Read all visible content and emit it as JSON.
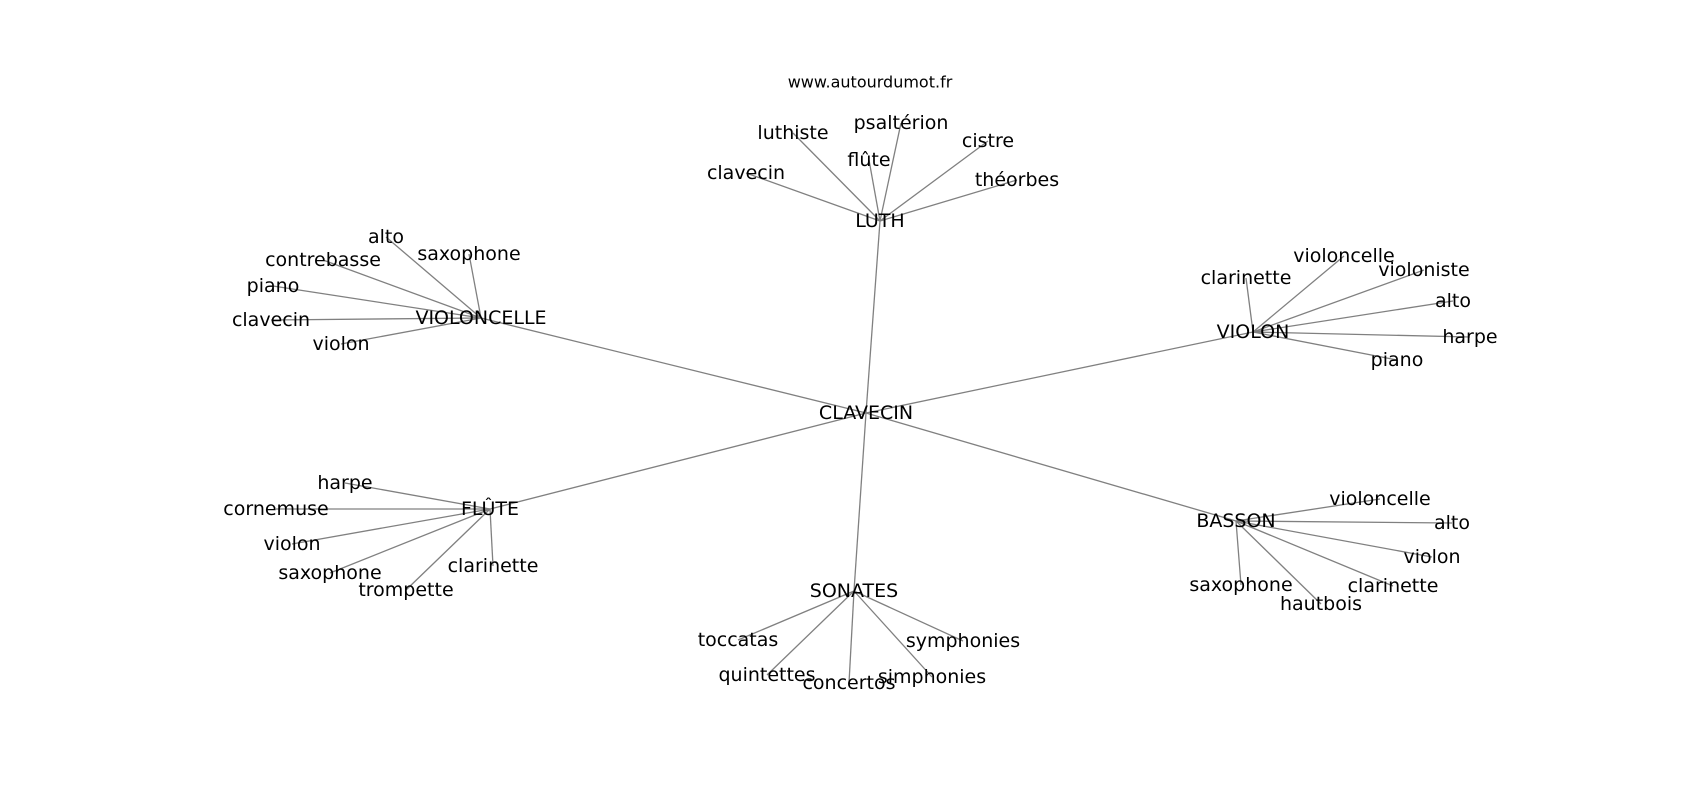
{
  "site": "www.autourdumot.fr",
  "center": "CLAVECIN",
  "groups": [
    {
      "id": "luth",
      "label": "LUTH",
      "words": [
        "clavecin",
        "luthiste",
        "flûte",
        "psaltérion",
        "cistre",
        "théorbes"
      ]
    },
    {
      "id": "violoncelle",
      "label": "VIOLONCELLE",
      "words": [
        "alto",
        "saxophone",
        "contrebasse",
        "piano",
        "clavecin",
        "violon"
      ]
    },
    {
      "id": "violon",
      "label": "VIOLON",
      "words": [
        "clarinette",
        "violoncelle",
        "violoniste",
        "alto",
        "harpe",
        "piano"
      ]
    },
    {
      "id": "flute",
      "label": "FLÛTE",
      "words": [
        "harpe",
        "cornemuse",
        "violon",
        "saxophone",
        "trompette",
        "clarinette"
      ]
    },
    {
      "id": "basson",
      "label": "BASSON",
      "words": [
        "violoncelle",
        "alto",
        "violon",
        "clarinette",
        "hautbois",
        "saxophone"
      ]
    },
    {
      "id": "sonates",
      "label": "SONATES",
      "words": [
        "toccatas",
        "quintettes",
        "concertos",
        "simphonies",
        "symphonies"
      ]
    }
  ]
}
